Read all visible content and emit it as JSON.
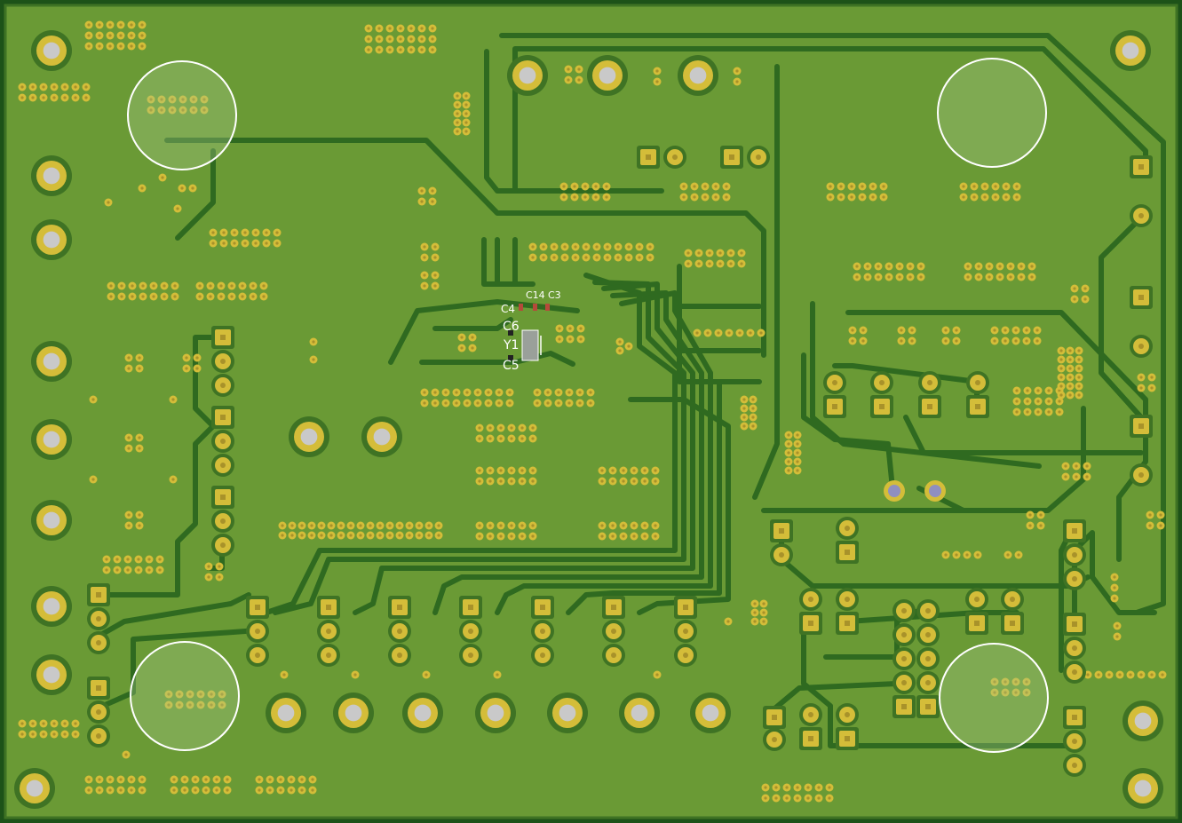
{
  "board": {
    "colors": {
      "substrate": "#1d5218",
      "copper_fill": "#6a9a35",
      "copper_edge": "#3f7324",
      "trace": "#2f6a20",
      "gold": "#d4bd39",
      "gold_dark": "#a8922a",
      "drill": "#c9c9c9",
      "silk": "#ffffff"
    },
    "silkscreen_labels": {
      "c14": "C14",
      "c3": "C3",
      "c4": "C4",
      "c6": "C6",
      "y1": "Y1",
      "c5": "C5"
    },
    "mounting_hole_count": 4
  }
}
